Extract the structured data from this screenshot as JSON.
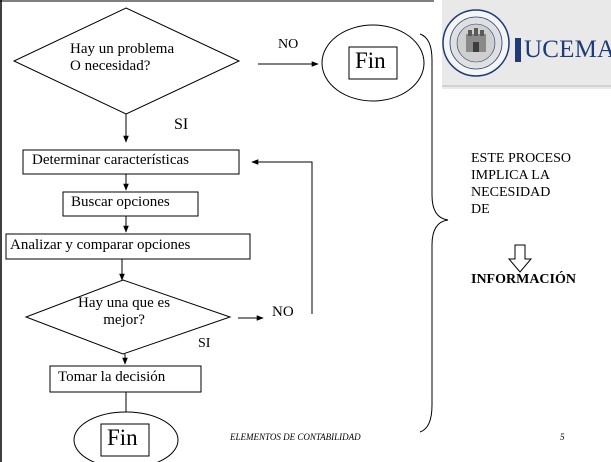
{
  "flow": {
    "decision1": [
      "Hay un problema",
      "O necesidad?"
    ],
    "no1": "NO",
    "fin1": "Fin",
    "si1": "SI",
    "step1": "Determinar características",
    "step2": "Buscar opciones",
    "step3": "Analizar y comparar opciones",
    "decision2": [
      "Hay una que es",
      "mejor?"
    ],
    "no2": "NO",
    "si2": "SI",
    "step4": "Tomar la decisión",
    "fin2": "Fin"
  },
  "side_note": {
    "lines": [
      "ESTE PROCESO",
      "IMPLICA LA",
      "NECESIDAD",
      "DE"
    ],
    "emphasis": "INFORMACIÓN"
  },
  "logo": {
    "name": "UCEMA",
    "seal_icon": "university-seal-icon",
    "color": "#1e3a78",
    "panel_color": "#e9e9e9"
  },
  "footer": {
    "course": "ELEMENTOS DE CONTABILIDAD",
    "page": "5"
  }
}
